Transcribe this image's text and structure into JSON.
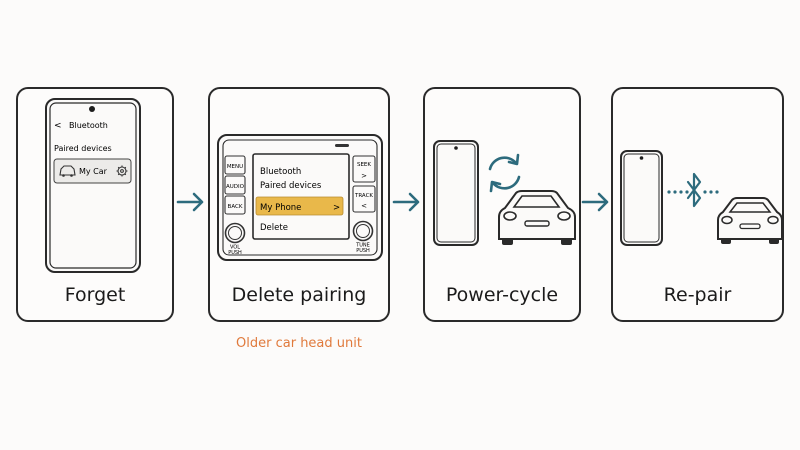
{
  "steps": [
    {
      "label": "Forget"
    },
    {
      "label": "Delete pairing"
    },
    {
      "label": "Power-cycle"
    },
    {
      "label": "Re-pair"
    }
  ],
  "phone_screen": {
    "back_glyph": "<",
    "title": "Bluetooth",
    "section": "Paired devices",
    "device": "My Car",
    "car_icon": "car-icon",
    "settings_icon": "gear-icon"
  },
  "head_unit": {
    "buttons_left": [
      "MENU",
      "AUDIO",
      "BACK"
    ],
    "buttons_right": [
      "SEEK",
      ">",
      "TRACK",
      "<"
    ],
    "screen_title": "Bluetooth",
    "screen_subtitle": "Paired devices",
    "selected_item": "My Phone",
    "selected_chevron": ">",
    "other_item": "Delete",
    "knob_left": [
      "VOL",
      "PUSH"
    ],
    "knob_right": [
      "TUNE",
      "PUSH"
    ]
  },
  "caption": "Older car head unit",
  "colors": {
    "arrow": "#2d6b7d",
    "highlight": "#e9b84a",
    "caption": "#e07a3c",
    "outline": "#2a2a2a"
  },
  "icons": [
    "refresh-icon",
    "bluetooth-icon",
    "car-icon",
    "phone-icon"
  ]
}
